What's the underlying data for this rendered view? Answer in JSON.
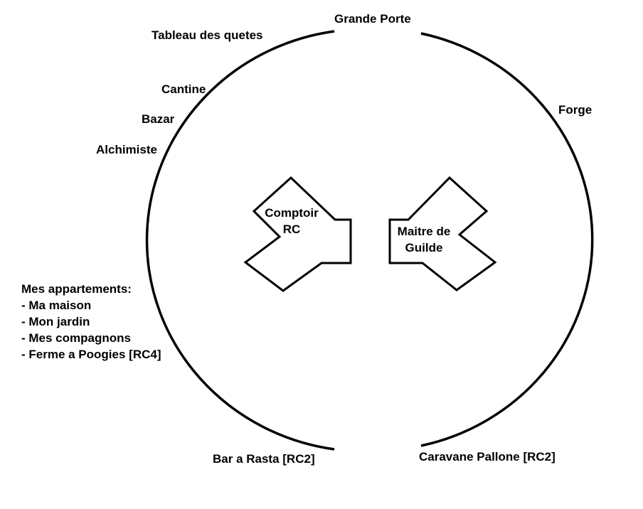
{
  "diagram": {
    "title": "Town map",
    "line_color": "#000000",
    "background": "#ffffff"
  },
  "labels": {
    "grande_porte": "Grande Porte",
    "tableau": "Tableau des quetes",
    "cantine": "Cantine",
    "bazar": "Bazar",
    "alchimiste": "Alchimiste",
    "forge": "Forge",
    "bar_rasta": "Bar a Rasta [RC2]",
    "caravane": "Caravane Pallone [RC2]"
  },
  "appartements": {
    "heading": "Mes appartements:",
    "items": [
      "- Ma maison",
      "- Mon jardin",
      "- Mes compagnons",
      "- Ferme a Poogies [RC4]"
    ]
  },
  "buildings": {
    "comptoir": {
      "line1": "Comptoir",
      "line2": "RC"
    },
    "maitre": {
      "line1": "Maitre de",
      "line2": "Guilde"
    }
  }
}
